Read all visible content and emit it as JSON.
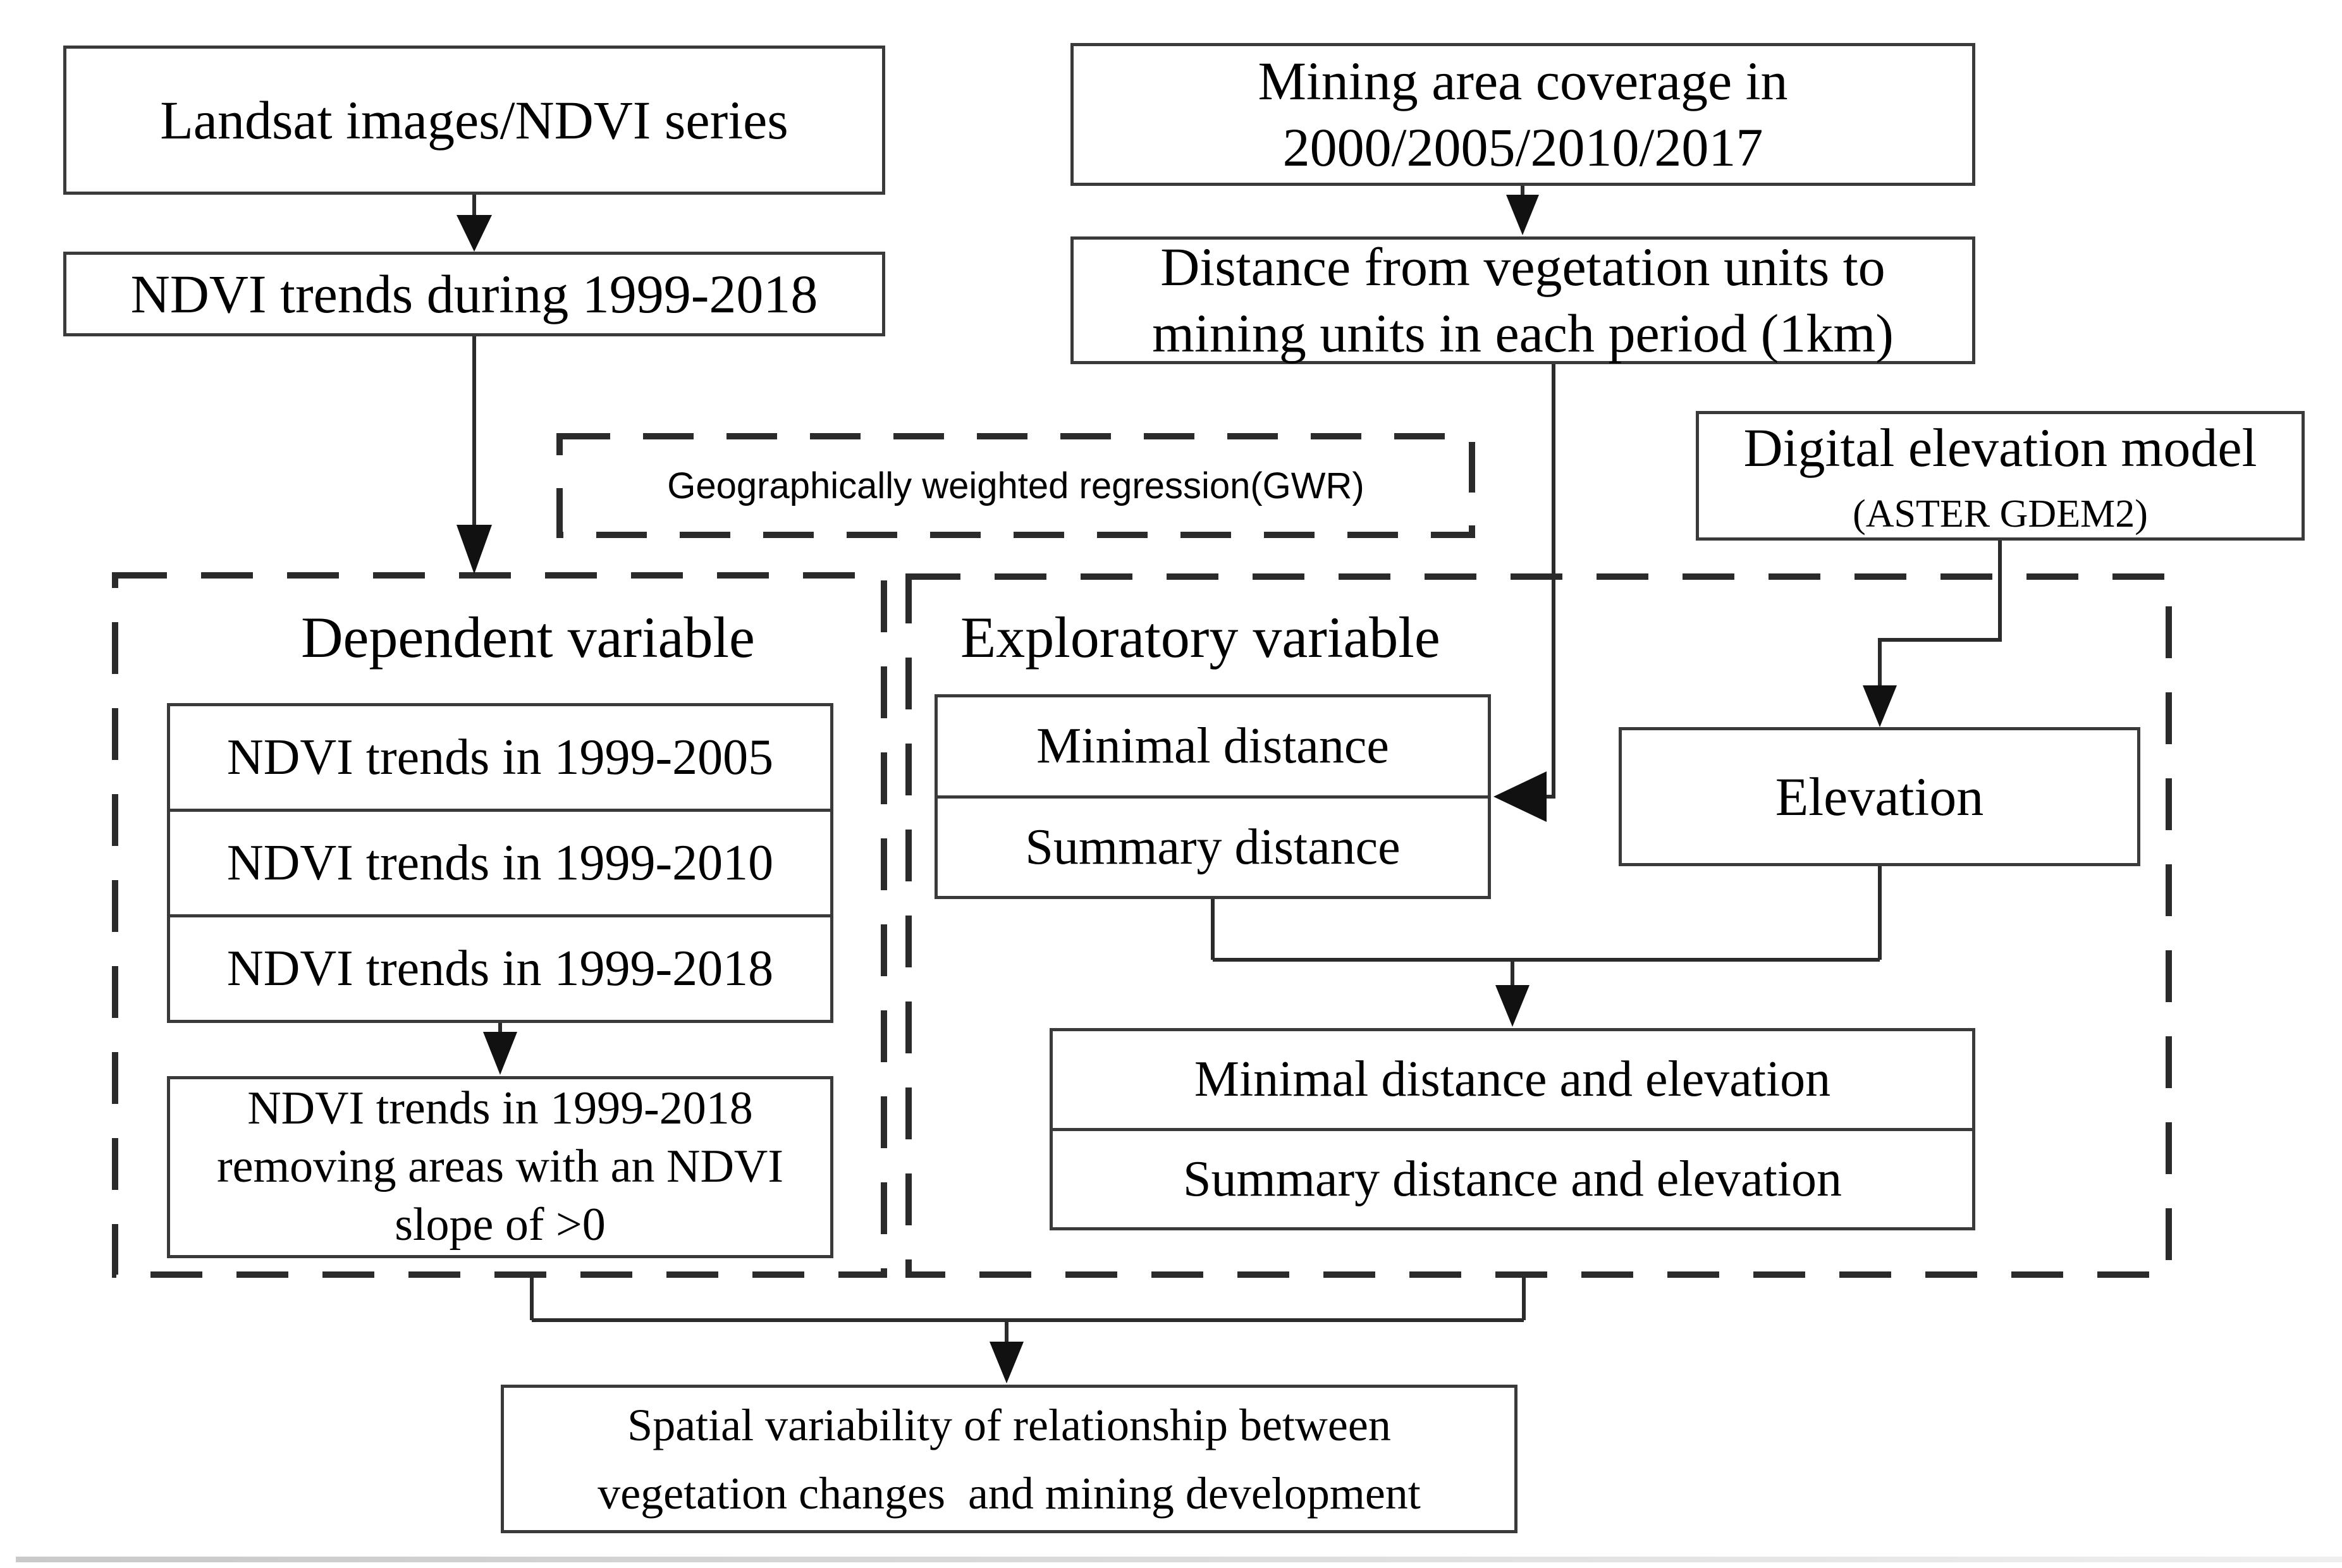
{
  "diagram": {
    "title": "GWR methodology flowchart",
    "colors": {
      "line": "#2b2b2b",
      "box_border": "#3a3a3a",
      "text": "#000000",
      "background": "#ffffff"
    },
    "nodes": {
      "landsat": {
        "label": "Landsat images/NDVI series"
      },
      "ndvi_trends": {
        "label": "NDVI trends during 1999-2018"
      },
      "mining": {
        "line1": "Mining area coverage in",
        "line2": "2000/2005/2010/2017"
      },
      "distance": {
        "line1": "Distance from vegetation units to",
        "line2": "mining units in each period (1km)"
      },
      "gwr": {
        "label": "Geographically weighted regression(GWR)"
      },
      "dem": {
        "title": "Digital elevation model",
        "subtitle": "(ASTER GDEM2)"
      },
      "dependent": {
        "header": "Dependent variable",
        "rows": [
          "NDVI trends in 1999-2005",
          "NDVI trends in 1999-2010",
          "NDVI trends in 1999-2018"
        ],
        "filtered": {
          "line1": "NDVI trends in 1999-2018",
          "line2": "removing areas with an NDVI",
          "line3": "slope of >0"
        }
      },
      "exploratory": {
        "header": "Exploratory variable",
        "distance_rows": [
          "Minimal distance",
          "Summary distance"
        ],
        "elevation": "Elevation",
        "combined_rows": [
          "Minimal distance and elevation",
          "Summary distance and elevation"
        ]
      },
      "outcome": {
        "line1": "Spatial variability of relationship between",
        "line2": "vegetation changes  and mining development"
      }
    }
  }
}
